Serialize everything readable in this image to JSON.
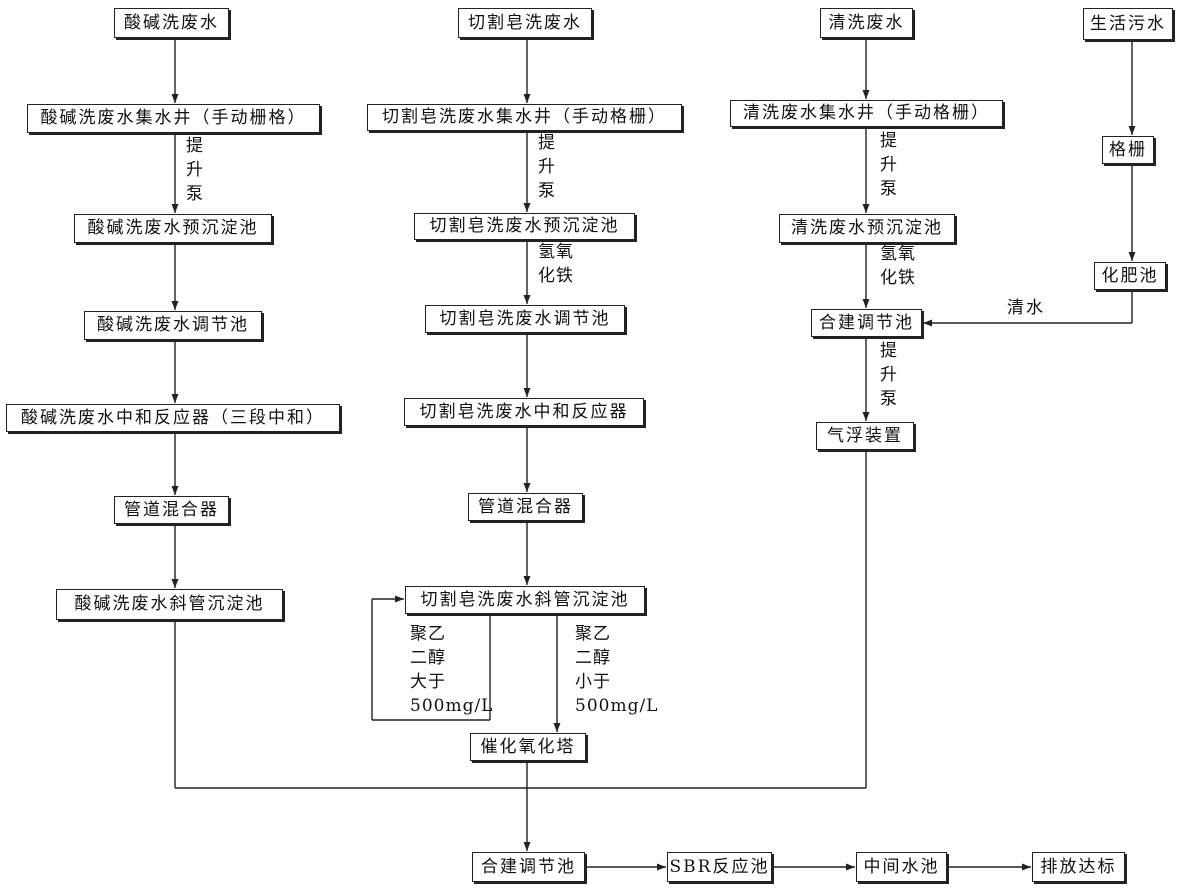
{
  "col1": {
    "source": "酸碱洗废水",
    "well": "酸碱洗废水集水井（手动栅格）",
    "pump": [
      "提",
      "升",
      "泵"
    ],
    "presettle": "酸碱洗废水预沉淀池",
    "adjust": "酸碱洗废水调节池",
    "neutralizer": "酸碱洗废水中和反应器（三段中和）",
    "mixer": "管道混合器",
    "settler": "酸碱洗废水斜管沉淀池"
  },
  "col2": {
    "source": "切割皂洗废水",
    "well": "切割皂洗废水集水井（手动格栅）",
    "pump": [
      "提",
      "升",
      "泵"
    ],
    "presettle": "切割皂洗废水预沉淀池",
    "reagent": [
      "氢氧",
      "化铁"
    ],
    "adjust": "切割皂洗废水调节池",
    "neutralizer": "切割皂洗废水中和反应器",
    "mixer": "管道混合器",
    "settler": "切割皂洗废水斜管沉淀池",
    "cond_high": [
      "聚乙",
      "二醇",
      "大于",
      "500mg/L"
    ],
    "cond_low": [
      "聚乙",
      "二醇",
      "小于",
      "500mg/L"
    ],
    "oxidation": "催化氧化塔"
  },
  "col3": {
    "source": "清洗废水",
    "well": "清洗废水集水井（手动格栅）",
    "pump": [
      "提",
      "升",
      "泵"
    ],
    "presettle": "清洗废水预沉淀池",
    "reagent": [
      "氢氧",
      "化铁"
    ],
    "combined": "合建调节池",
    "pump2": [
      "提",
      "升",
      "泵"
    ],
    "flotation": "气浮装置"
  },
  "col4": {
    "source": "生活污水",
    "screen": "格栅",
    "septic": "化肥池",
    "clear_water": "清水"
  },
  "bottom": {
    "combined": "合建调节池",
    "sbr": "SBR反应池",
    "middle": "中间水池",
    "discharge": "排放达标"
  }
}
